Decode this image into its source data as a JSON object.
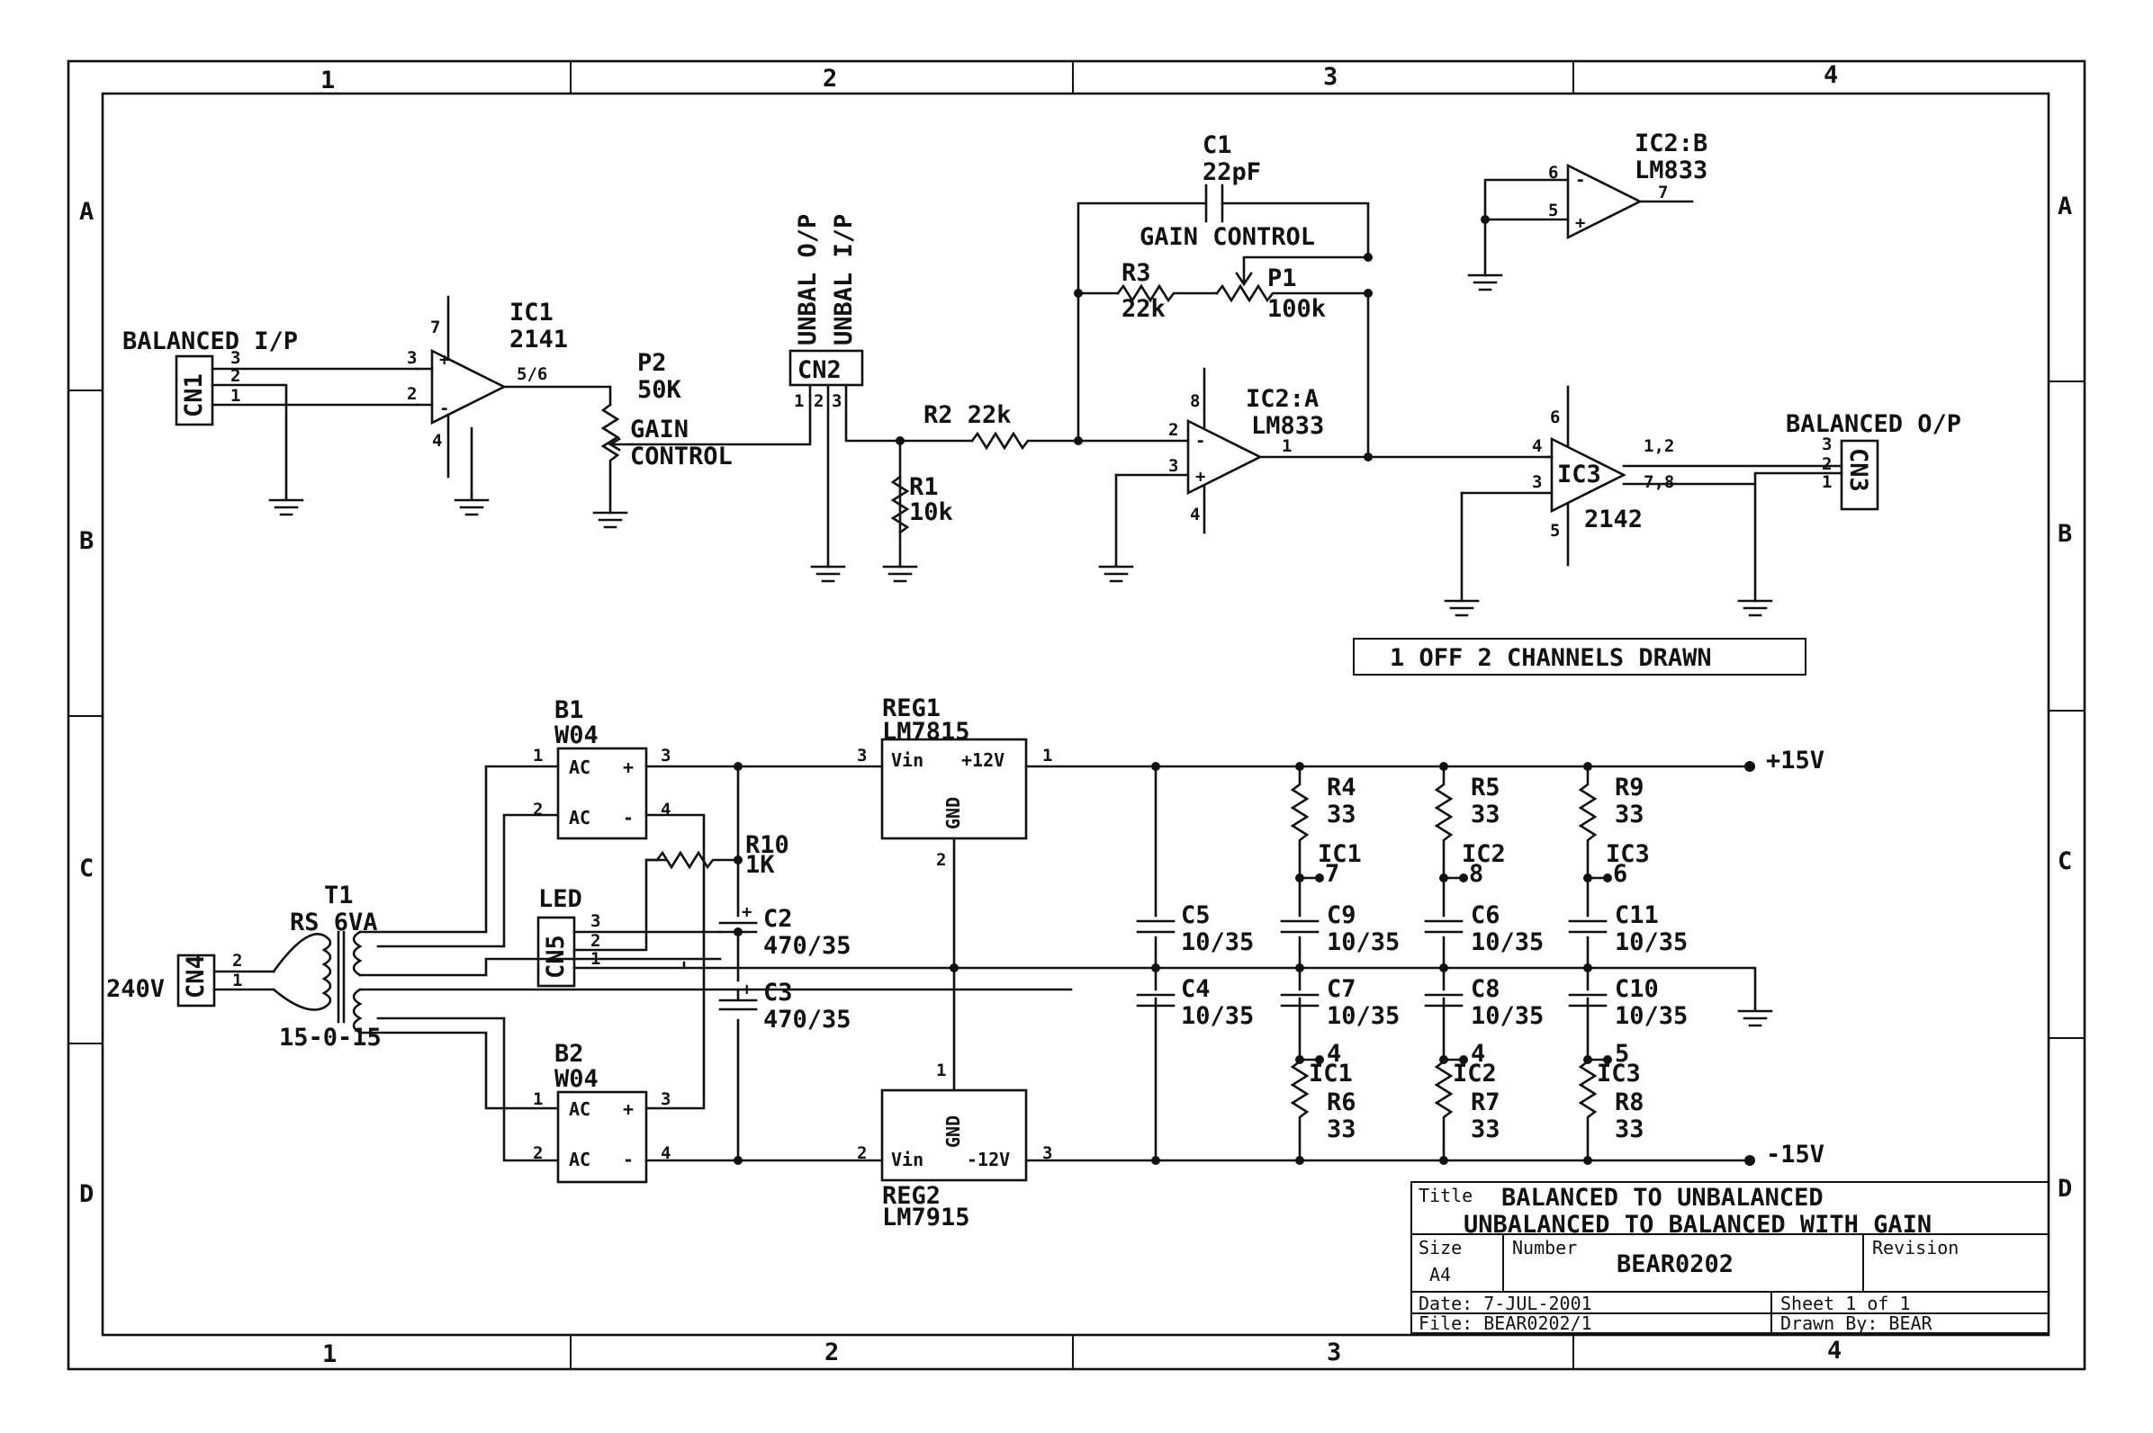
{
  "border": {
    "columns": [
      "1",
      "2",
      "3",
      "4"
    ],
    "rows": [
      "A",
      "B",
      "C",
      "D"
    ]
  },
  "title_block": {
    "title_label": "Title",
    "title_line1": "BALANCED TO UNBALANCED",
    "title_line2": "UNBALANCED TO BALANCED WITH GAIN",
    "size_label": "Size",
    "size_value": "A4",
    "number_label": "Number",
    "number_value": "BEAR0202",
    "revision_label": "Revision",
    "date": "Date: 7-JUL-2001",
    "file": "File: BEAR0202/1",
    "sheet": "Sheet 1 of 1",
    "drawn_by": "Drawn By: BEAR"
  },
  "note": "1 OFF 2 CHANNELS DRAWN",
  "signal": {
    "balanced_in": "BALANCED I/P",
    "cn1": "CN1",
    "ic1_ref": "IC1",
    "ic1_part": "2141",
    "ic1_out_pins": "5/6",
    "p2_ref": "P2",
    "p2_val": "50K",
    "gain_control_1": "GAIN",
    "gain_control_2": "CONTROL",
    "unbal_op": "UNBAL O/P",
    "unbal_ip": "UNBAL I/P",
    "cn2": "CN2",
    "r1_ref": "R1",
    "r1_val": "10k",
    "r2": "R2 22k",
    "c1_ref": "C1",
    "c1_val": "22pF",
    "gain_control_top": "GAIN CONTROL",
    "r3_ref": "R3",
    "r3_val": "22k",
    "p1_ref": "P1",
    "p1_val": "100k",
    "ic2a_ref": "IC2:A",
    "ic2a_part": "LM833",
    "ic2b_ref": "IC2:B",
    "ic2b_part": "LM833",
    "ic3_ref": "IC3",
    "ic3_part": "2142",
    "ic3_pins_12": "1,2",
    "ic3_pins_78": "7,8",
    "balanced_out": "BALANCED O/P",
    "cn3": "CN3"
  },
  "power": {
    "b1_ref": "B1",
    "b1_part": "W04",
    "b2_ref": "B2",
    "b2_part": "W04",
    "ac": "AC",
    "reg1_ref": "REG1",
    "reg1_part": "LM7815",
    "reg1_vin": "Vin",
    "reg1_vout": "+12V",
    "reg2_ref": "REG2",
    "reg2_part": "LM7915",
    "reg2_vin": "Vin",
    "reg2_vout": "-12V",
    "gnd": "GND",
    "t1_ref": "T1",
    "t1_part": "RS 6VA",
    "t1_sec": "15-0-15",
    "mains": "240V",
    "cn4": "CN4",
    "led": "LED",
    "cn5": "CN5",
    "r10_ref": "R10",
    "r10_val": "1K",
    "c2_ref": "C2",
    "c2_val": "470/35",
    "c3_ref": "C3",
    "c3_val": "470/35",
    "plus_rail": "+15V",
    "minus_rail": "-15V",
    "decoupling": [
      {
        "ref": "C5",
        "val": "10/35"
      },
      {
        "ref": "C4",
        "val": "10/35"
      },
      {
        "ref": "C9",
        "val": "10/35"
      },
      {
        "ref": "C7",
        "val": "10/35"
      },
      {
        "ref": "C6",
        "val": "10/35"
      },
      {
        "ref": "C8",
        "val": "10/35"
      },
      {
        "ref": "C11",
        "val": "10/35"
      },
      {
        "ref": "C10",
        "val": "10/35"
      }
    ],
    "r4_ref": "R4",
    "r4_val": "33",
    "r5_ref": "R5",
    "r5_val": "33",
    "r9_ref": "R9",
    "r9_val": "33",
    "r6_ref": "R6",
    "r6_val": "33",
    "r7_ref": "R7",
    "r7_val": "33",
    "r8_ref": "R8",
    "r8_val": "33",
    "ic1": "IC1",
    "ic2": "IC2",
    "ic3": "IC3",
    "pin7": "7",
    "pin8": "8",
    "pin6": "6",
    "pin4": "4",
    "pin5": "5"
  }
}
